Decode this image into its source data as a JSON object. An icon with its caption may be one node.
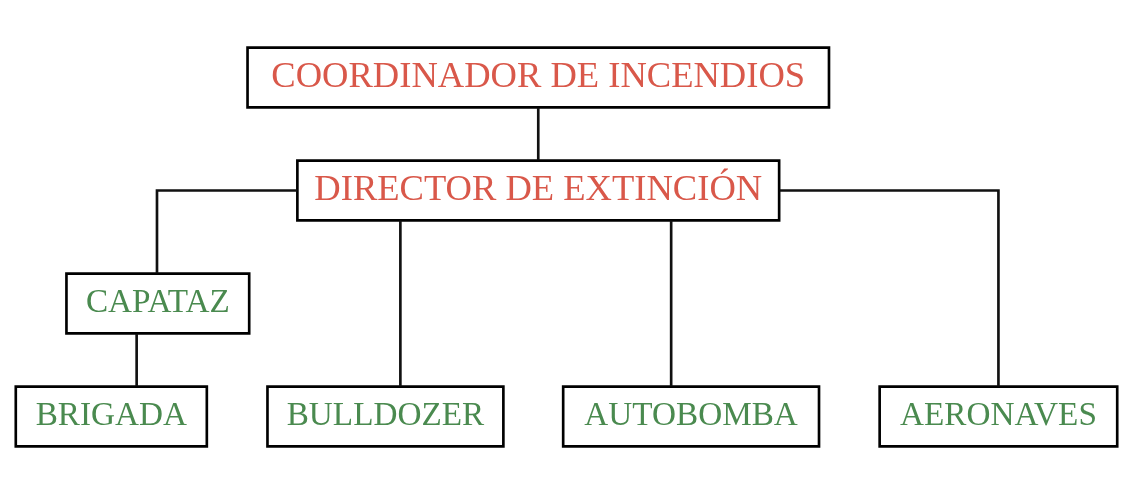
{
  "diagram": {
    "nodes": [
      {
        "text": [
          "COORDINADOR DE INCENDIOS"
        ]
      },
      {
        "text": [
          "DIRECTOR DE EXTINCIÓN"
        ]
      },
      {
        "text": [
          "CAPATAZ"
        ]
      },
      {
        "text": [
          "BULLDOZER"
        ]
      },
      {
        "text": [
          "BRIGADA"
        ]
      },
      {
        "text": [
          "AUTOBOMBA"
        ]
      },
      {
        "text": [
          "AERONAVES"
        ]
      }
    ],
    "edges": [
      {
        "from": 0,
        "to": 1,
        "arrow": "none"
      },
      {
        "from": 1,
        "to": 3,
        "arrow": "none"
      },
      {
        "from": 1,
        "to": 2,
        "arrow": "none"
      },
      {
        "from": 2,
        "to": 4,
        "arrow": "none"
      },
      {
        "from": 1,
        "to": 5,
        "arrow": "none"
      },
      {
        "from": 1,
        "to": 6,
        "arrow": "none"
      }
    ]
  }
}
